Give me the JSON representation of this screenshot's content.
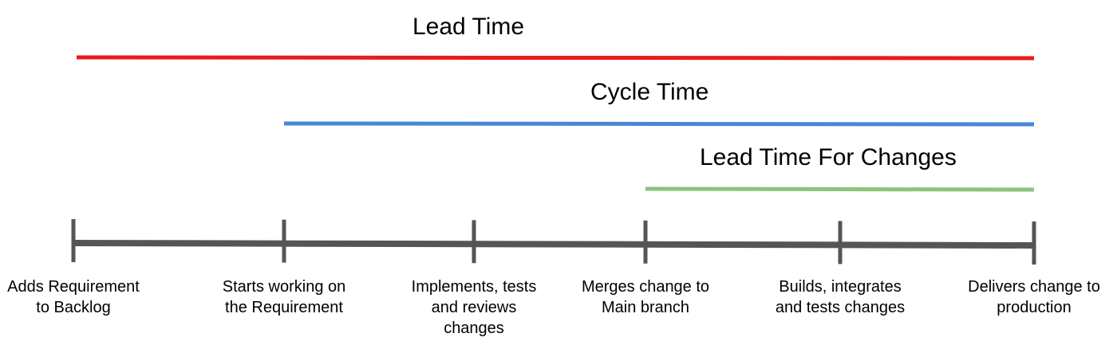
{
  "spans": [
    {
      "label": "Lead Time",
      "color": "#e81b1b",
      "from_stage": 0,
      "to_stage": 5
    },
    {
      "label": "Cycle Time",
      "color": "#4a86d8",
      "from_stage": 1,
      "to_stage": 5
    },
    {
      "label": "Lead Time For Changes",
      "color": "#8cc47a",
      "from_stage": 3,
      "to_stage": 5
    }
  ],
  "stages": [
    {
      "lines": [
        "Adds Requirement",
        "to Backlog"
      ]
    },
    {
      "lines": [
        "Starts working on",
        "the Requirement"
      ]
    },
    {
      "lines": [
        "Implements, tests",
        "and reviews",
        "changes"
      ]
    },
    {
      "lines": [
        "Merges change to",
        "Main branch"
      ]
    },
    {
      "lines": [
        "Builds, integrates",
        "and tests changes"
      ]
    },
    {
      "lines": [
        "Delivers change to",
        "production"
      ]
    }
  ],
  "timeline_color": "#555555"
}
